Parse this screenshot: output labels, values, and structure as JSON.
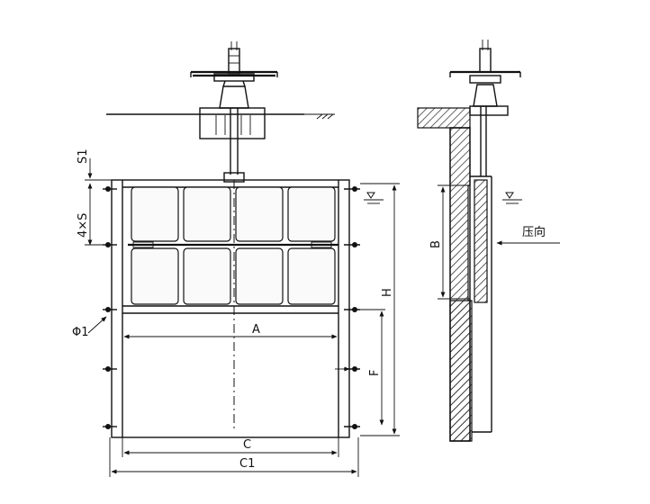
{
  "front_view": {
    "labels": {
      "s1": "S1",
      "four_s": "4×S",
      "phi1": "Φ1",
      "a": "A",
      "c": "C",
      "c1": "C1",
      "h": "H",
      "f": "F"
    }
  },
  "side_view": {
    "labels": {
      "b": "B",
      "pressure": "压向"
    }
  }
}
